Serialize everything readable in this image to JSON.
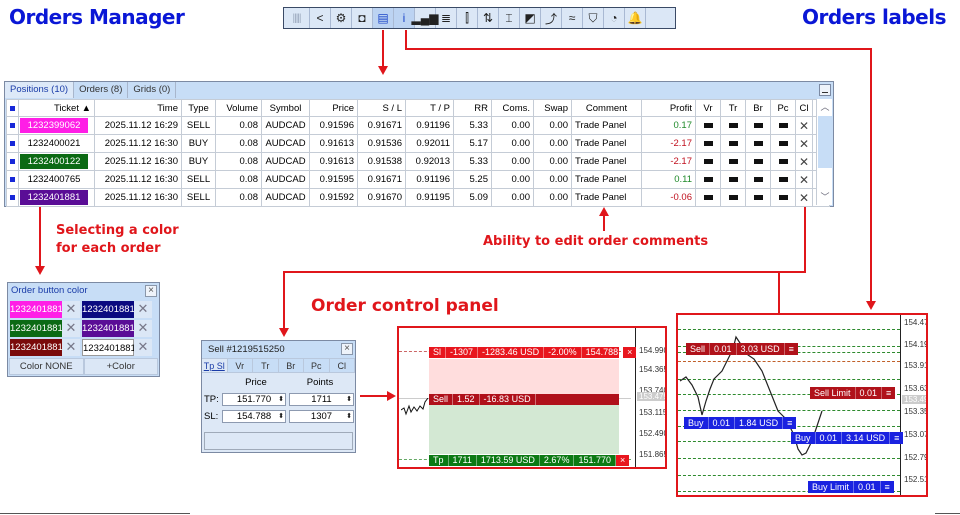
{
  "headings": {
    "orders_manager": "Orders Manager",
    "orders_labels": "Orders labels",
    "select_color": "Selecting a color for each order",
    "select_color_line1": "Selecting a color",
    "select_color_line2": "for each order",
    "edit_comments": "Ability to edit order comments",
    "order_control_panel": "Order control panel"
  },
  "colors": {
    "heading_blue": "#0a17d6",
    "annotation_red": "#e0161b",
    "window_bg": "#c7ddf6",
    "profit_positive": "#1f8a2a",
    "profit_negative": "#c0101e"
  },
  "toolbar": {
    "buttons": [
      {
        "icon": "grip-icon",
        "glyph": "|||||"
      },
      {
        "icon": "chevron-left-icon",
        "glyph": "<"
      },
      {
        "icon": "gear-icon",
        "glyph": "⚙"
      },
      {
        "icon": "camera-icon",
        "glyph": "◘"
      },
      {
        "icon": "briefcase-icon",
        "glyph": "▤",
        "active": true
      },
      {
        "icon": "info-icon",
        "glyph": "i",
        "active": true
      },
      {
        "icon": "signal-bars-icon",
        "glyph": "▂▄▆"
      },
      {
        "icon": "list-icon",
        "glyph": "≣"
      },
      {
        "icon": "candles-icon",
        "glyph": "⫿"
      },
      {
        "icon": "sort-icon",
        "glyph": "⇅"
      },
      {
        "icon": "range-icon",
        "glyph": "⌶"
      },
      {
        "icon": "ruler-icon",
        "glyph": "◩"
      },
      {
        "icon": "trend-up-icon",
        "glyph": "⤴"
      },
      {
        "icon": "trend-lines-icon",
        "glyph": "≈"
      },
      {
        "icon": "shield-icon",
        "glyph": "⛉"
      },
      {
        "icon": "pie-chart-icon",
        "glyph": "◔"
      },
      {
        "icon": "bell-icon",
        "glyph": "🔔"
      }
    ]
  },
  "positions_window": {
    "tabs": [
      {
        "label": "Positions (10)",
        "active": true
      },
      {
        "label": "Orders (8)",
        "active": false
      },
      {
        "label": "Grids (0)",
        "active": false
      }
    ],
    "columns": [
      "",
      "Ticket ▲",
      "Time",
      "Type",
      "Volume",
      "Symbol",
      "Price",
      "S / L",
      "T / P",
      "RR",
      "Coms.",
      "Swap",
      "Comment",
      "Profit",
      "Vr",
      "Tr",
      "Br",
      "Pc",
      "Cl",
      "☰"
    ],
    "rows": [
      {
        "ticket": "1232399062",
        "ticket_bg": "#ff1ee6",
        "ticket_fg": "#ffffff",
        "time": "2025.11.12 16:29",
        "type": "SELL",
        "volume": "0.08",
        "symbol": "AUDCAD",
        "price": "0.91596",
        "sl": "0.91671",
        "tp": "0.91196",
        "rr": "5.33",
        "coms": "0.00",
        "swap": "0.00",
        "comment": "Trade Panel",
        "profit": "0.17",
        "profit_sign": "pos"
      },
      {
        "ticket": "1232400021",
        "ticket_bg": "#ffffff",
        "ticket_fg": "#000000",
        "time": "2025.11.12 16:30",
        "type": "BUY",
        "volume": "0.08",
        "symbol": "AUDCAD",
        "price": "0.91613",
        "sl": "0.91536",
        "tp": "0.92011",
        "rr": "5.17",
        "coms": "0.00",
        "swap": "0.00",
        "comment": "Trade Panel",
        "profit": "-2.17",
        "profit_sign": "neg"
      },
      {
        "ticket": "1232400122",
        "ticket_bg": "#0b6a14",
        "ticket_fg": "#ffffff",
        "time": "2025.11.12 16:30",
        "type": "BUY",
        "volume": "0.08",
        "symbol": "AUDCAD",
        "price": "0.91613",
        "sl": "0.91538",
        "tp": "0.92013",
        "rr": "5.33",
        "coms": "0.00",
        "swap": "0.00",
        "comment": "Trade Panel",
        "profit": "-2.17",
        "profit_sign": "neg"
      },
      {
        "ticket": "1232400765",
        "ticket_bg": "#ffffff",
        "ticket_fg": "#000000",
        "time": "2025.11.12 16:30",
        "type": "SELL",
        "volume": "0.08",
        "symbol": "AUDCAD",
        "price": "0.91595",
        "sl": "0.91671",
        "tp": "0.91196",
        "rr": "5.25",
        "coms": "0.00",
        "swap": "0.00",
        "comment": "Trade Panel",
        "profit": "0.11",
        "profit_sign": "pos"
      },
      {
        "ticket": "1232401881",
        "ticket_bg": "#5a0d96",
        "ticket_fg": "#ffffff",
        "time": "2025.11.12 16:30",
        "type": "SELL",
        "volume": "0.08",
        "symbol": "AUDCAD",
        "price": "0.91592",
        "sl": "0.91670",
        "tp": "0.91195",
        "rr": "5.09",
        "coms": "0.00",
        "swap": "0.00",
        "comment": "Trade Panel",
        "profit": "-0.06",
        "profit_sign": "neg"
      }
    ]
  },
  "color_dialog": {
    "title": "Order button color",
    "chips": [
      {
        "label": "1232401881",
        "bg": "#ff1ee6",
        "fg": "#ffffff"
      },
      {
        "label": "1232401881",
        "bg": "#0a0a80",
        "fg": "#ffffff"
      },
      {
        "label": "1232401881",
        "bg": "#0b6a14",
        "fg": "#ffffff"
      },
      {
        "label": "1232401881",
        "bg": "#5a0d96",
        "fg": "#ffffff"
      },
      {
        "label": "1232401881",
        "bg": "#7a0a0a",
        "fg": "#ffffff"
      },
      {
        "label": "1232401881",
        "bg": "#ffffff",
        "fg": "#000000"
      }
    ],
    "btn_none": "Color NONE",
    "btn_add": "+Color"
  },
  "order_panel": {
    "title": "Sell  #1219515250",
    "tabs": [
      "Tp Sl",
      "Vr",
      "Tr",
      "Br",
      "Pc",
      "Cl"
    ],
    "col_price": "Price",
    "col_points": "Points",
    "tp_label": "TP:",
    "sl_label": "SL:",
    "tp_price": "151.770",
    "tp_points": "1711",
    "sl_price": "154.788",
    "sl_points": "1307"
  },
  "chart1": {
    "price_ticks": [
      "154.990",
      "154.365",
      "153.740",
      "153.115",
      "152.490",
      "151.865"
    ],
    "current_price": "153.479",
    "sl_ribbon": [
      "Sl",
      "-1307",
      "-1283.46 USD",
      "-2.00%",
      "154.788"
    ],
    "sell_ribbon": [
      "Sell",
      "1.52",
      "-16.83 USD"
    ],
    "tp_ribbon": [
      "Tp",
      "1711",
      "1713.59 USD",
      "2.67%",
      "151.770"
    ],
    "close_glyph": "×"
  },
  "chart2": {
    "price_ticks": [
      "154.470",
      "154.190",
      "153.910",
      "153.630",
      "153.350",
      "153.070",
      "152.790",
      "152.510"
    ],
    "current_price": "153.492",
    "labels": [
      {
        "parts": [
          "Sell",
          "0.01",
          "3.03 USD"
        ],
        "kind": "sell"
      },
      {
        "parts": [
          "Sell Limit",
          "0.01"
        ],
        "kind": "sell"
      },
      {
        "parts": [
          "Buy",
          "0.01",
          "1.84 USD"
        ],
        "kind": "buy"
      },
      {
        "parts": [
          "Buy",
          "0.01",
          "3.14 USD"
        ],
        "kind": "buy"
      },
      {
        "parts": [
          "Buy Limit",
          "0.01"
        ],
        "kind": "buy"
      }
    ],
    "menu_glyph": "≡"
  }
}
